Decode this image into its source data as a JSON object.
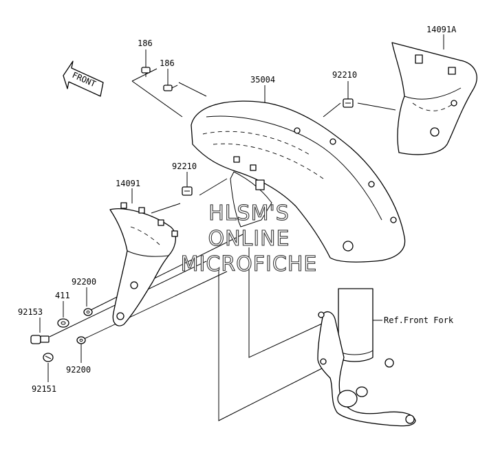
{
  "direction_arrow": {
    "label": "FRONT"
  },
  "parts": {
    "p186a": "186",
    "p186b": "186",
    "p35004": "35004",
    "p92210a": "92210",
    "p14091A": "14091A",
    "p92210b": "92210",
    "p14091": "14091",
    "p92200a": "92200",
    "p411": "411",
    "p92153": "92153",
    "p92200b": "92200",
    "p92151": "92151"
  },
  "reference": {
    "front_fork": "Ref.Front Fork"
  },
  "watermark": {
    "line1": "HLSM'S",
    "line2": "ONLINE",
    "line3": "MICROFICHE"
  }
}
